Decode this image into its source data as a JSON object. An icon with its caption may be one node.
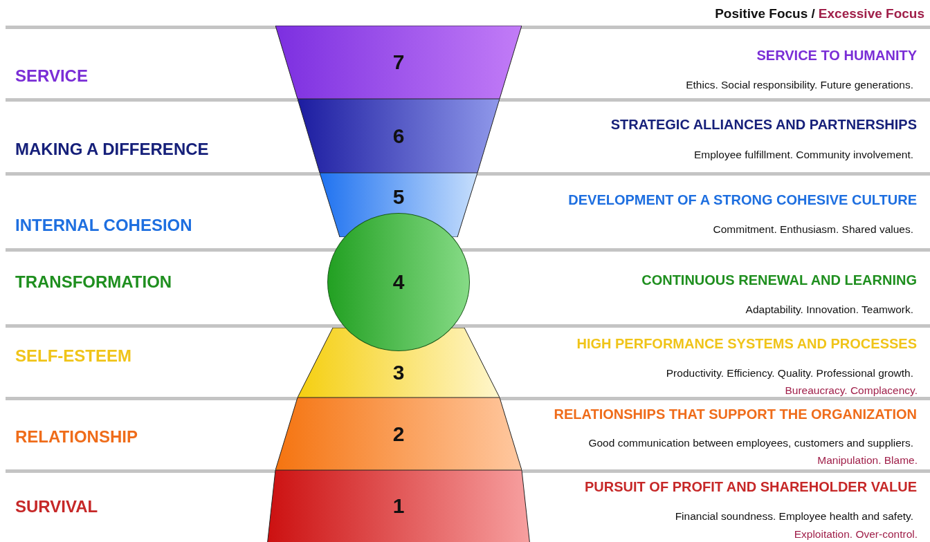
{
  "diagram": {
    "nodes": [
      {
        "text": [
          "7"
        ]
      },
      {
        "text": [
          "6"
        ]
      },
      {
        "text": [
          "5"
        ]
      },
      {
        "text": [
          "4"
        ]
      },
      {
        "text": [
          "3"
        ]
      },
      {
        "text": [
          "2"
        ]
      },
      {
        "text": [
          "1"
        ]
      }
    ],
    "labels": [
      "Positive Focus /",
      "Excessive Focus",
      "SERVICE",
      "SERVICE TO HUMANITY",
      "Ethics. Social responsibility. Future generations.",
      "MAKING A DIFFERENCE",
      "STRATEGIC ALLIANCES AND PARTNERSHIPS",
      "Employee fulfillment. Community involvement.",
      "INTERNAL COHESION",
      "DEVELOPMENT OF A STRONG COHESIVE CULTURE",
      "Commitment. Enthusiasm. Shared values.",
      "TRANSFORMATION",
      "CONTINUOUS RENEWAL AND LEARNING",
      "Adaptability. Innovation. Teamwork.",
      "SELF-ESTEEM",
      "HIGH PERFORMANCE SYSTEMS AND PROCESSES",
      "Productivity. Efficiency. Quality. Professional growth.",
      "Bureaucracy. Complacency.",
      "RELATIONSHIP",
      "RELATIONSHIPS THAT SUPPORT THE ORGANIZATION",
      "Good communication between employees, customers and suppliers.",
      "Manipulation. Blame.",
      "SURVIVAL",
      "PURSUIT OF PROFIT AND SHAREHOLDER VALUE",
      "Financial soundness. Employee health and safety.",
      "Exploitation. Over-control."
    ]
  }
}
